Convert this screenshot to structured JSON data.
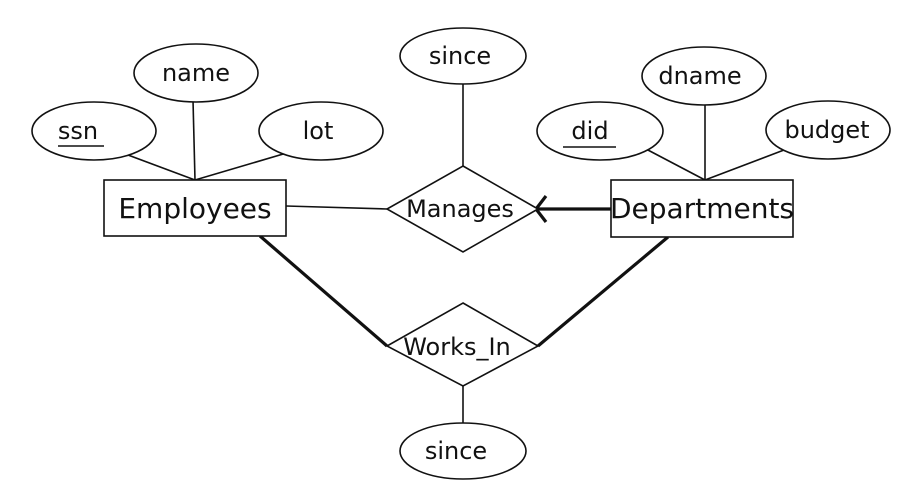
{
  "entities": {
    "employees": "Employees",
    "departments": "Departments"
  },
  "relationships": {
    "manages": "Manages",
    "works_in": "Works_In"
  },
  "attributes": {
    "ssn": "ssn",
    "name": "name",
    "lot": "lot",
    "manages_since": "since",
    "did": "did",
    "dname": "dname",
    "budget": "budget",
    "works_in_since": "since"
  },
  "key_attributes": [
    "ssn",
    "did"
  ]
}
